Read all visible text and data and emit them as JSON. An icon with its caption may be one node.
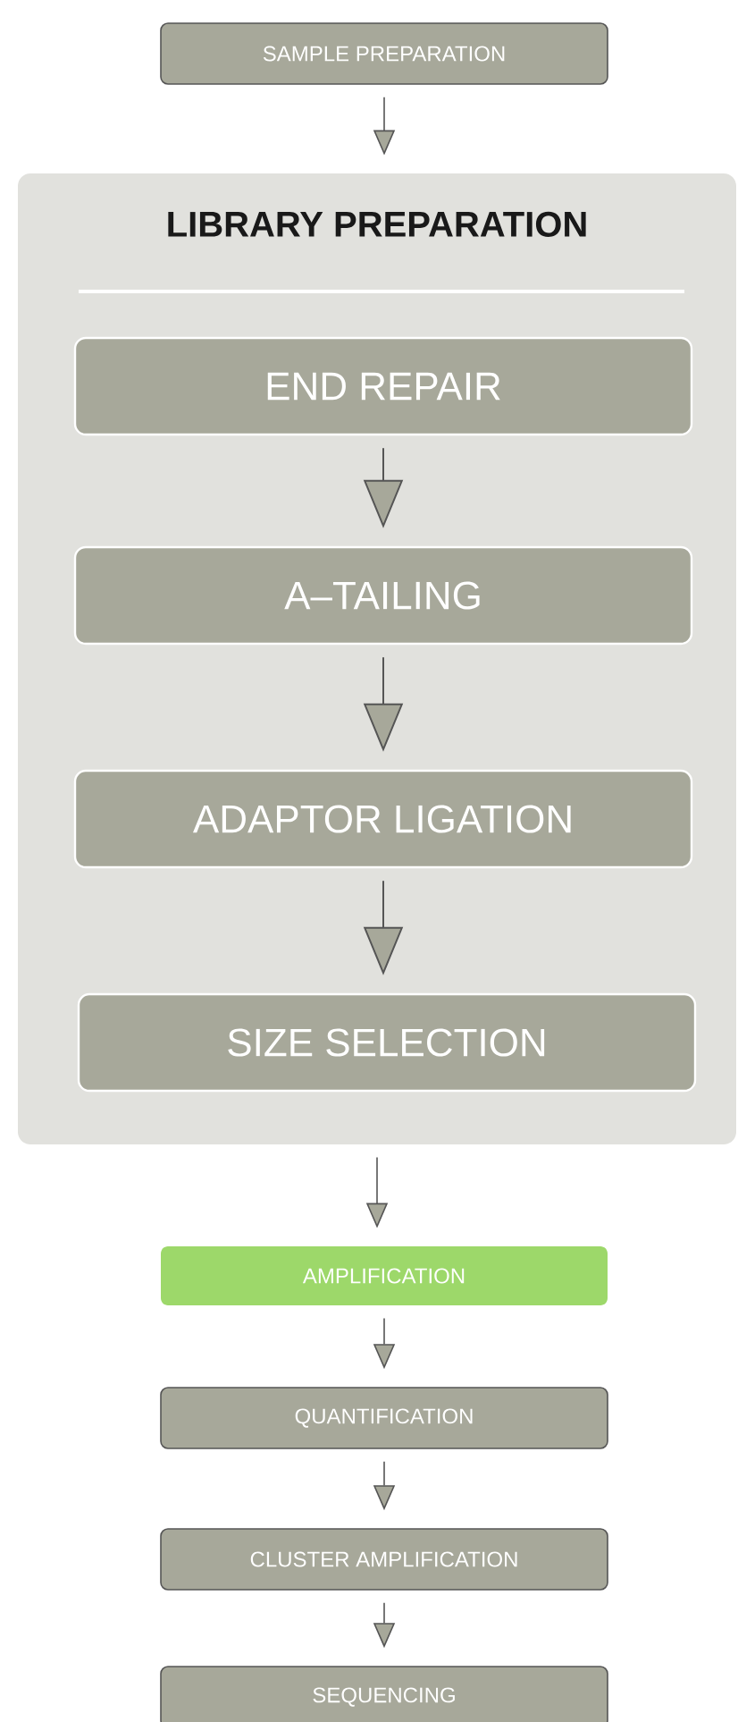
{
  "diagram": {
    "nodes": [
      {
        "text": [
          "SAMPLE PREPARATION"
        ]
      },
      {
        "text": [
          "LIBRARY PREPARATION"
        ]
      },
      {
        "text": [
          "END REPAIR"
        ],
        "in": 1
      },
      {
        "text": [
          "A–TAILING"
        ],
        "in": 1
      },
      {
        "text": [
          "ADAPTOR LIGATION"
        ],
        "in": 1
      },
      {
        "text": [
          "SIZE SELECTION"
        ],
        "in": 1
      },
      {
        "text": [
          "AMPLIFICATION"
        ]
      },
      {
        "text": [
          "QUANTIFICATION"
        ]
      },
      {
        "text": [
          "CLUSTER AMPLIFICATION"
        ]
      },
      {
        "text": [
          "SEQUENCING"
        ]
      }
    ],
    "edges": [
      {
        "from": 0,
        "to": 1,
        "arrow": "to"
      },
      {
        "from": 2,
        "to": 3,
        "arrow": "to"
      },
      {
        "from": 3,
        "to": 4,
        "arrow": "to"
      },
      {
        "from": 4,
        "to": 5,
        "arrow": "to"
      },
      {
        "from": 1,
        "to": 6,
        "arrow": "to"
      },
      {
        "from": 6,
        "to": 7,
        "arrow": "to"
      },
      {
        "from": 7,
        "to": 8,
        "arrow": "to"
      },
      {
        "from": 8,
        "to": 9,
        "arrow": "to"
      }
    ]
  }
}
